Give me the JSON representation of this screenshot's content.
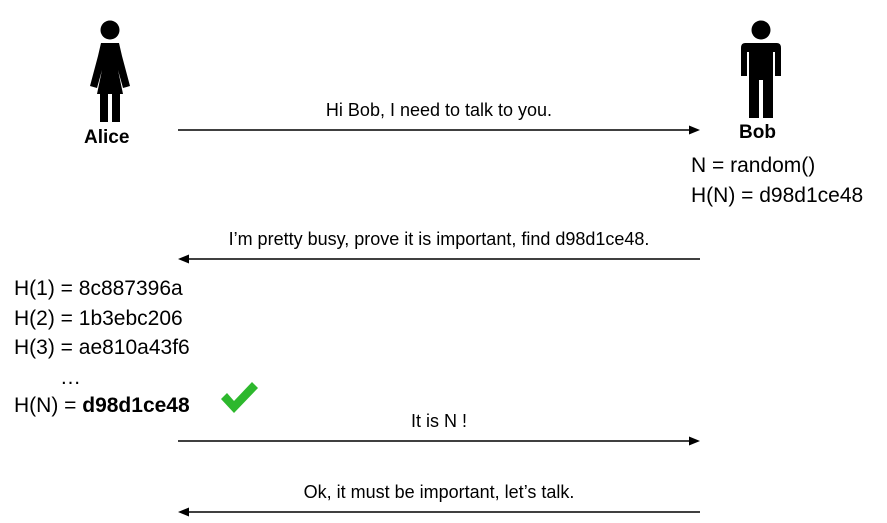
{
  "actors": {
    "alice": {
      "name": "Alice",
      "icon": "female-person-icon"
    },
    "bob": {
      "name": "Bob",
      "icon": "male-person-icon"
    }
  },
  "messages": [
    {
      "text": "Hi Bob, I need to talk to you.",
      "direction": "right"
    },
    {
      "text": "I’m pretty busy, prove it is important, find d98d1ce48.",
      "direction": "left"
    },
    {
      "text": "It is N !",
      "direction": "right"
    },
    {
      "text": "Ok, it must be important, let’s talk.",
      "direction": "left"
    }
  ],
  "bob_notes": [
    "N = random()",
    "H(N) = d98d1ce48"
  ],
  "alice_work": {
    "lines": [
      "H(1) = 8c887396a",
      "H(2) = 1b3ebc206",
      "H(3) = ae810a43f6"
    ],
    "ellipsis": "…",
    "result_prefix": "H(N) = ",
    "result_value": "d98d1ce48",
    "check_icon": "check-icon",
    "check_color": "#2db82d"
  }
}
